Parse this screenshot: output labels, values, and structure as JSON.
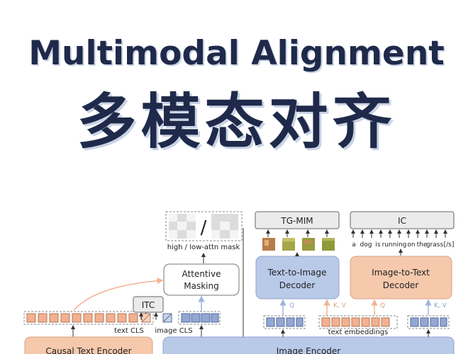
{
  "title_en": "Multimodal Alignment",
  "title_zh": "多模态对齐",
  "diagram": {
    "mask_label": "high / low-attn mask",
    "mask_separator": "/",
    "attentive_masking_line1": "Attentive",
    "attentive_masking_line2": "Masking",
    "itc": "ITC",
    "text_cls": "text CLS",
    "image_cls": "image CLS",
    "causal_text_encoder": "Causal Text Encoder",
    "image_encoder": "Image Encoder",
    "tg_mim": "TG-MIM",
    "t2i_line1": "Text-to-Image",
    "t2i_line2": "Decoder",
    "i2t_line1": "Image-to-Text",
    "i2t_line2": "Decoder",
    "ic": "IC",
    "q_left": "Q",
    "kv_left": "K, V",
    "q_right": "Q",
    "kv_right": "K, V",
    "text_embeddings": "text embeddings",
    "caption_tokens": [
      "a",
      "dog",
      "is",
      "running",
      "on",
      "the",
      "grass",
      "[/s]"
    ],
    "colors": {
      "blue_box": "#b9c9e8",
      "orange_box": "#f6c9ad",
      "gray_box": "#ebebeb",
      "token_blue": "#93a7d3",
      "token_orange": "#f3b18f",
      "arrow_blue": "#9fb4dc",
      "arrow_orange": "#f2b393"
    }
  }
}
